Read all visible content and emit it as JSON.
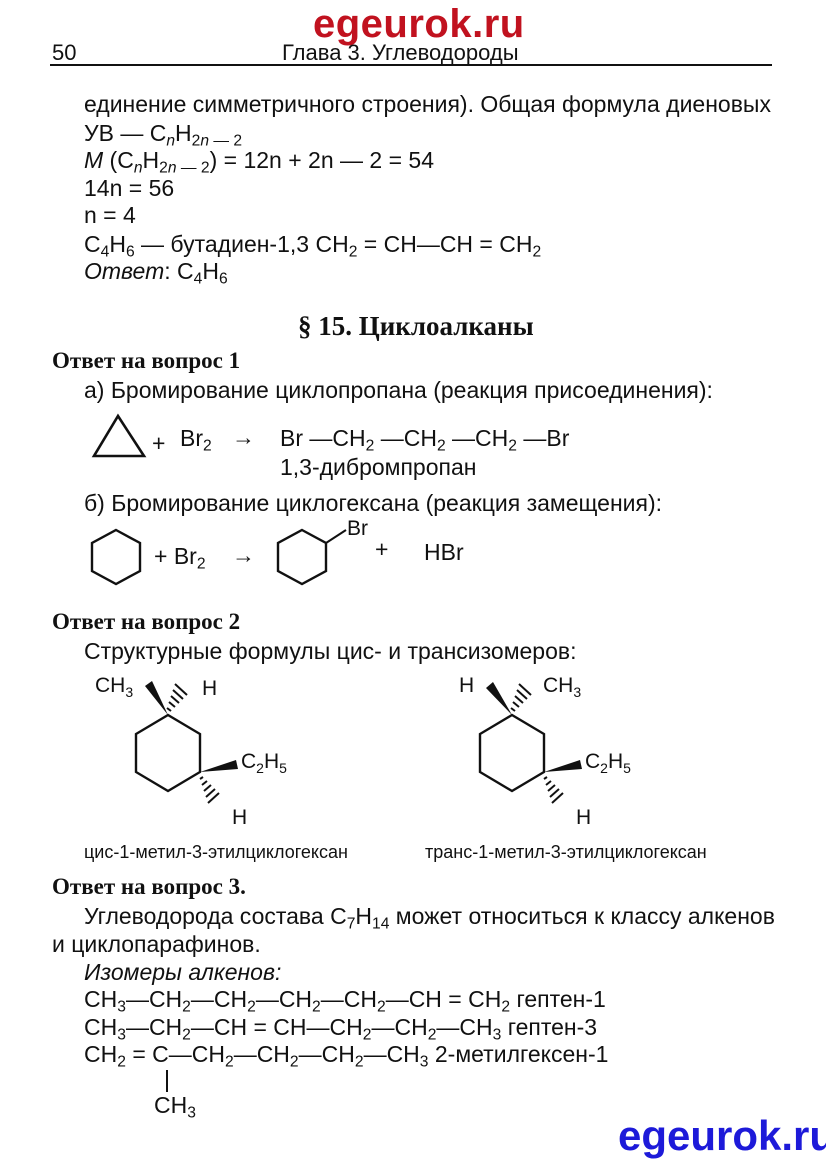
{
  "watermark_top": "egeurok.ru",
  "watermark_bottom": "egeurok.ru",
  "header": {
    "page_number": "50",
    "chapter": "Глава 3. Углеводороды"
  },
  "intro": {
    "line1": "единение симметричного строения). Общая формула диеновых",
    "line2_prefix": "УВ — С",
    "line3_M": "M",
    "line3_rest": " = 12n + 2n — 2 = 54",
    "line4": "14n = 56",
    "line5": "n = 4",
    "line6_text": " — бутадиен-1,3 CH",
    "answer_label": "Ответ",
    "answer_value": ": C"
  },
  "section": {
    "title": "§ 15. Циклоалканы"
  },
  "q1": {
    "heading": "Ответ на вопрос 1",
    "a_text": "а) Бромирование циклопропана (реакция присоединения):",
    "a_product_name": "1,3-дибромпропан",
    "b_text": "б) Бромирование циклогексана (реакция замещения):",
    "plus": "+",
    "arrow": "→",
    "hbr": "HBr",
    "br": "Br"
  },
  "q2": {
    "heading": "Ответ на вопрос 2",
    "text": "Структурные формулы цис- и трансизомеров:",
    "cis_caption": "цис-1-метил-3-этилциклогексан",
    "trans_caption": "транс-1-метил-3-этилциклогексан",
    "h": "H"
  },
  "q3": {
    "heading": "Ответ на вопрос 3.",
    "text1_prefix": "Углеводорода состава C",
    "text1_suffix": " может относиться к классу алкенов",
    "text2": "и циклопарафинов.",
    "isomers_label": "Изомеры алкенов:",
    "name1": "гептен-1",
    "name2": "гептен-3",
    "name3": "2-метилгексен-1"
  }
}
